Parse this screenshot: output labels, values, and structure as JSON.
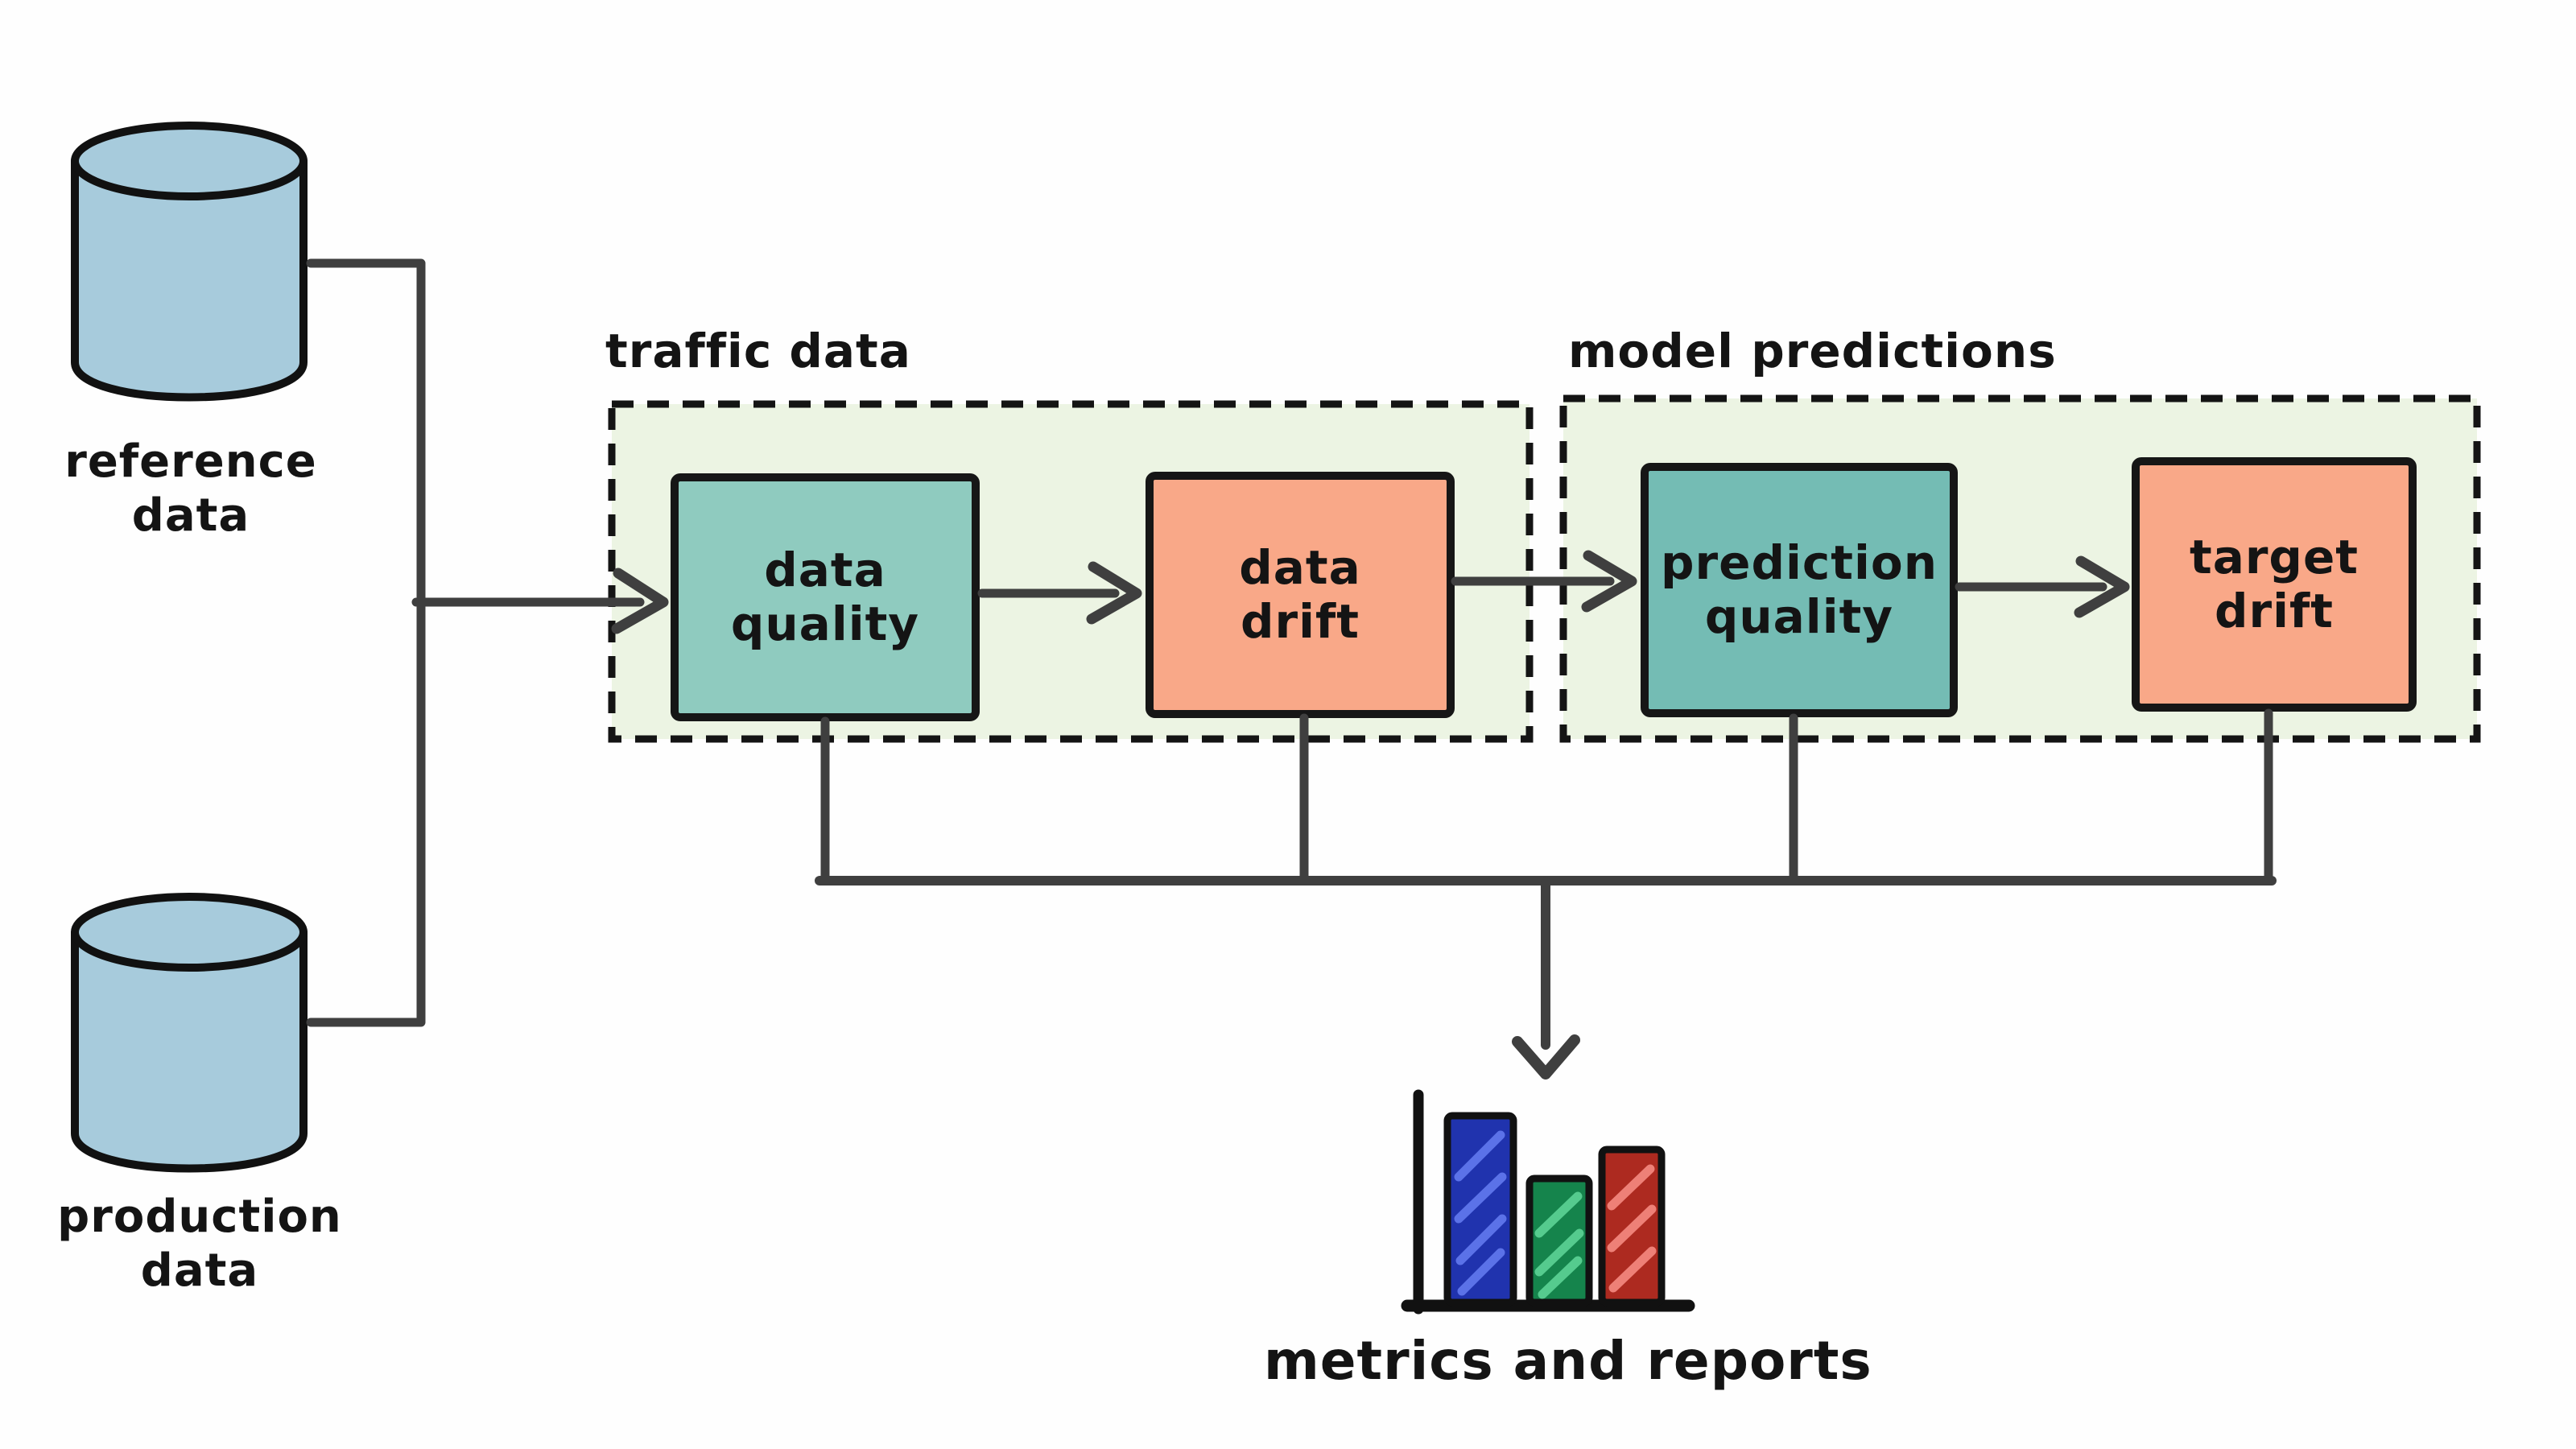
{
  "sources": [
    {
      "name": "reference-data",
      "lines": [
        "reference",
        "data"
      ]
    },
    {
      "name": "production-data",
      "lines": [
        "production",
        "data"
      ]
    }
  ],
  "groups": [
    {
      "label": "traffic data",
      "boxes": [
        {
          "name": "data-quality",
          "lines": [
            "data",
            "quality"
          ],
          "fill": "#8fcbbf"
        },
        {
          "name": "data-drift",
          "lines": [
            "data",
            "drift"
          ],
          "fill": "#f9a888"
        }
      ]
    },
    {
      "label": "model predictions",
      "boxes": [
        {
          "name": "prediction-quality",
          "lines": [
            "prediction",
            "quality"
          ],
          "fill": "#74bcb4"
        },
        {
          "name": "target-drift",
          "lines": [
            "target",
            "drift"
          ],
          "fill": "#f9a888"
        }
      ]
    }
  ],
  "output": {
    "label": "metrics and reports",
    "icon": "bar-chart-icon"
  },
  "colors": {
    "background": "#fefefe",
    "group_fill": "#ecf4e3",
    "group_border": "#141414",
    "box_border": "#161616",
    "teal": "#8fcbbf",
    "teal_dark": "#74bcb4",
    "orange": "#f9a888",
    "cylinder_fill": "#a7cbdc",
    "connector_line": "#3f3f3f",
    "bar_blue": "#2033ae",
    "bar_green": "#15844c",
    "bar_red": "#ad2a20"
  }
}
